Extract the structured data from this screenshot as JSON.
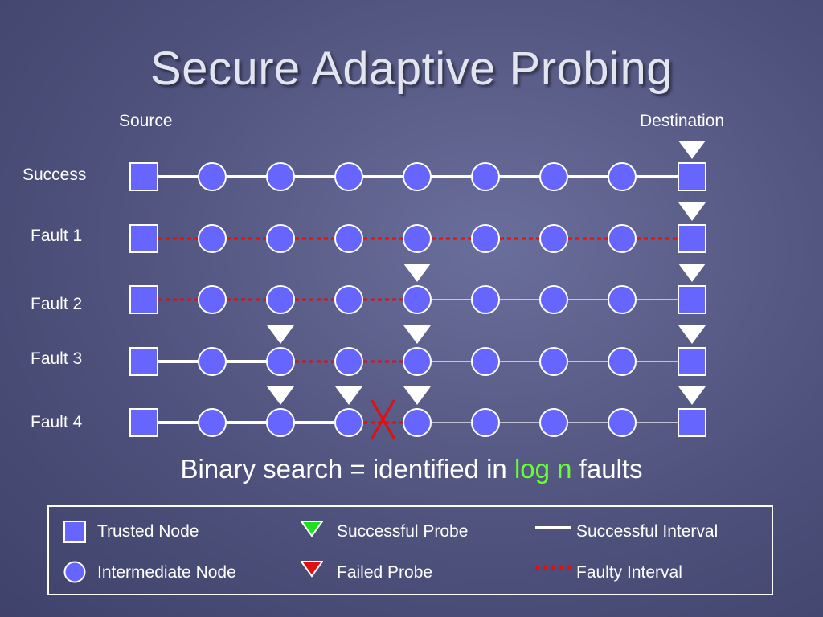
{
  "title": "Secure Adaptive Probing",
  "columns": {
    "source": "Source",
    "destination": "Destination"
  },
  "rows": [
    {
      "label": "Success",
      "faulty_from": null,
      "faulty_to": null,
      "probes": [
        8
      ],
      "failed_link": null
    },
    {
      "label": "Fault 1",
      "faulty_from": 0,
      "faulty_to": 8,
      "probes": [
        8
      ],
      "failed_link": null
    },
    {
      "label": "Fault 2",
      "faulty_from": 0,
      "faulty_to": 4,
      "probes": [
        4,
        8
      ],
      "failed_link": null
    },
    {
      "label": "Fault 3",
      "faulty_from": 2,
      "faulty_to": 4,
      "probes": [
        2,
        4,
        8
      ],
      "failed_link": null
    },
    {
      "label": "Fault 4",
      "faulty_from": 3,
      "faulty_to": 4,
      "probes": [
        2,
        3,
        4,
        8
      ],
      "failed_link": [
        3,
        4
      ]
    }
  ],
  "caption": {
    "prefix": "Binary search = identified in ",
    "highlight": "log n",
    "suffix": " faults"
  },
  "legend": {
    "trusted_node": "Trusted Node",
    "intermediate_node": "Intermediate Node",
    "successful_probe": "Successful Probe",
    "failed_probe": "Failed Probe",
    "successful_interval": "Successful Interval",
    "faulty_interval": "Faulty Interval"
  },
  "colors": {
    "node_fill": "#6666ff",
    "node_stroke": "#ffffff",
    "fault_red": "#e01010",
    "probe_green": "#22dd22",
    "link_white": "#ffffff"
  }
}
